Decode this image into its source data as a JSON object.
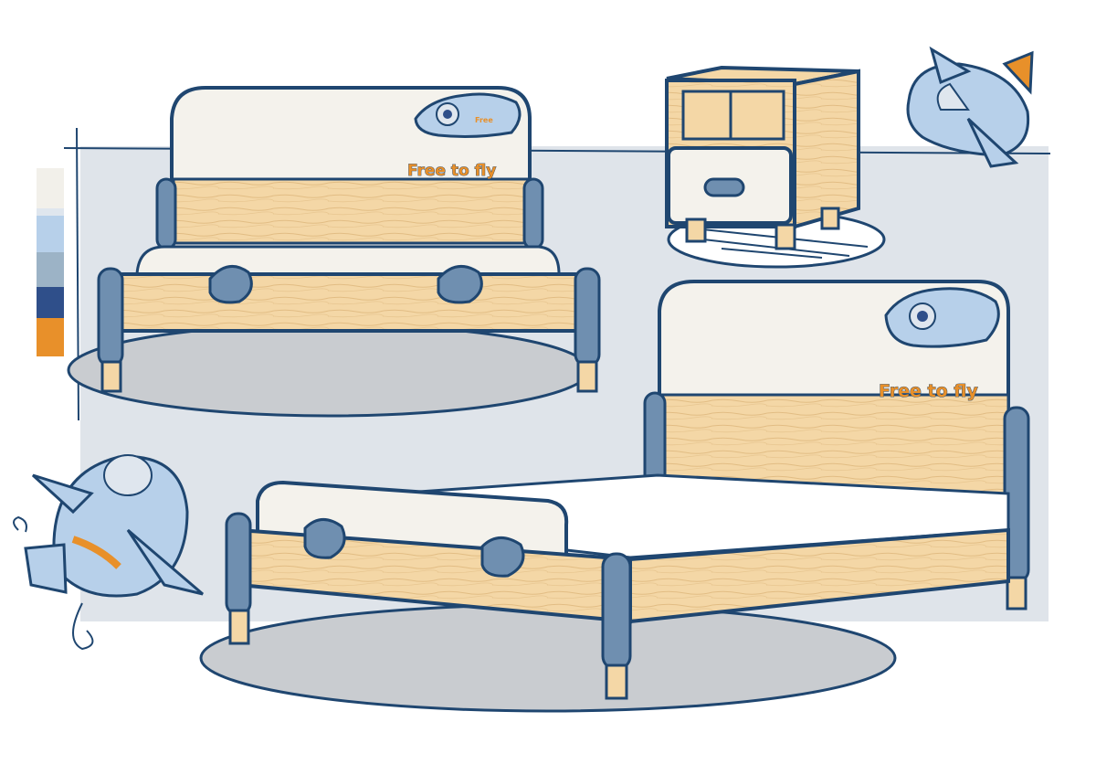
{
  "illustration": {
    "headboard_slogan_back": "Free to fly",
    "headboard_slogan_front": "Free to fly",
    "airplane_badge_text": "Free"
  },
  "palette": {
    "swatches": [
      "#f2f0ea",
      "#dfe6ee",
      "#b7d0ea",
      "#9cb3c6",
      "#2f4f8a",
      "#e8902a"
    ],
    "outline": "#1f4670",
    "wood": "#f4d7a6",
    "cream": "#f4f2ec",
    "slate_blue": "#6f8fb0",
    "backdrop": "#dfe4ea",
    "shadow": "#c9ccd0"
  }
}
